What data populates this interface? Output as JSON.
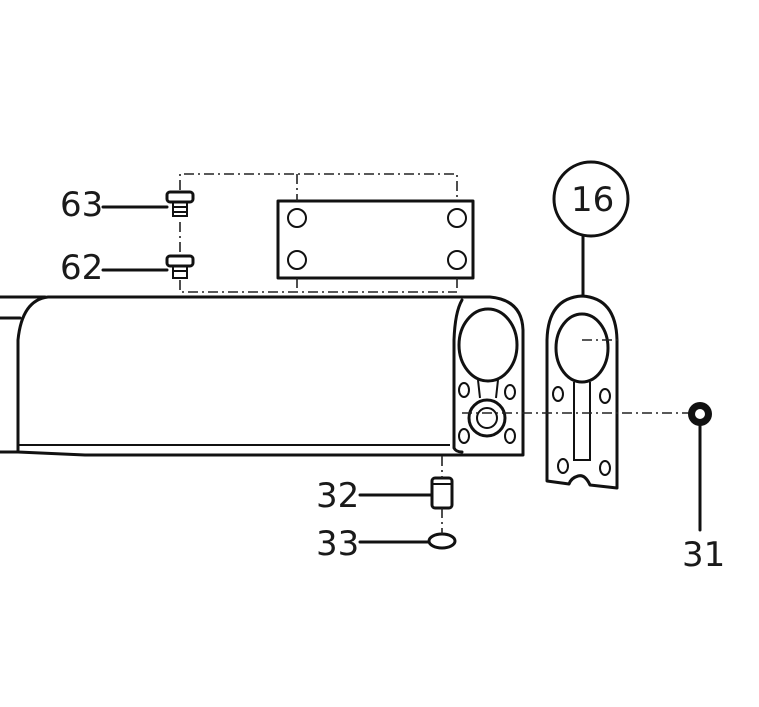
{
  "callouts": {
    "c63": "63",
    "c62": "62",
    "c16": "16",
    "c32": "32",
    "c33": "33",
    "c31": "31"
  },
  "colors": {
    "line": "#111111",
    "background": "#ffffff"
  }
}
